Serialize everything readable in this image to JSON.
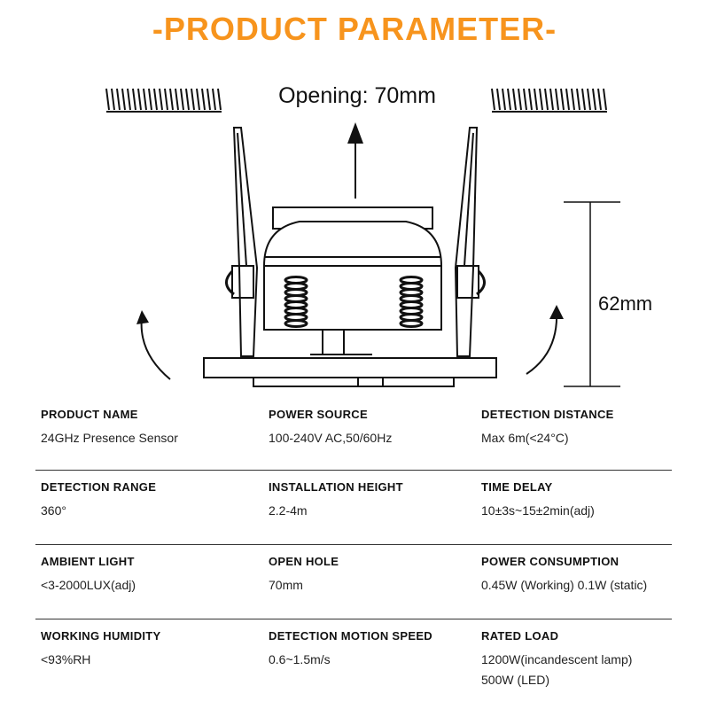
{
  "header": {
    "title": "-PRODUCT PARAMETER-",
    "title_color": "#F7941D"
  },
  "diagram": {
    "opening_label": "Opening: 70mm",
    "height_label": "62mm"
  },
  "specs": [
    [
      {
        "label": "PRODUCT NAME",
        "values": [
          "24GHz Presence Sensor"
        ]
      },
      {
        "label": "POWER SOURCE",
        "values": [
          "100-240V AC,50/60Hz"
        ]
      },
      {
        "label": "DETECTION DISTANCE",
        "values": [
          "Max 6m(<24°C)"
        ]
      }
    ],
    [
      {
        "label": "DETECTION RANGE",
        "values": [
          "360°"
        ]
      },
      {
        "label": "INSTALLATION HEIGHT",
        "values": [
          "2.2-4m"
        ]
      },
      {
        "label": "TIME DELAY",
        "values": [
          "10±3s~15±2min(adj)"
        ]
      }
    ],
    [
      {
        "label": "AMBIENT LIGHT",
        "values": [
          "<3-2000LUX(adj)"
        ]
      },
      {
        "label": "OPEN HOLE",
        "values": [
          "70mm"
        ]
      },
      {
        "label": "POWER CONSUMPTION",
        "values": [
          "0.45W (Working) 0.1W (static)"
        ]
      }
    ],
    [
      {
        "label": "WORKING HUMIDITY",
        "values": [
          "<93%RH"
        ]
      },
      {
        "label": "DETECTION MOTION SPEED",
        "values": [
          "0.6~1.5m/s"
        ]
      },
      {
        "label": "RATED LOAD",
        "values": [
          "1200W(incandescent lamp)",
          "500W (LED)"
        ]
      }
    ]
  ]
}
